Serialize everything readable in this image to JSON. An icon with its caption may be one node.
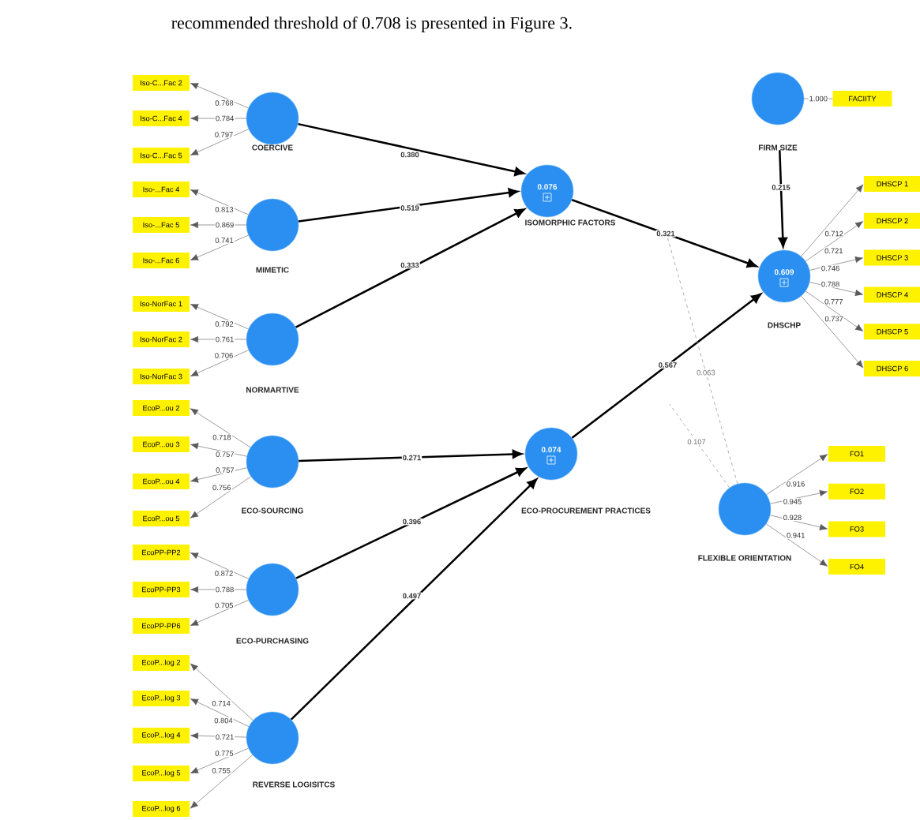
{
  "diagram": {
    "nodes": [
      {
        "text": [
          "Iso-C...Fac 2"
        ]
      },
      {
        "text": [
          "Iso-C...Fac 4"
        ]
      },
      {
        "text": [
          "Iso-C...Fac 5"
        ]
      },
      {
        "text": [
          "COERCIVE"
        ]
      },
      {
        "text": [
          "0.076",
          "ISOMORPHIC FACTORS"
        ]
      },
      {
        "text": [
          "FIRM SIZE"
        ]
      },
      {
        "text": [
          "FACIITY"
        ]
      },
      {
        "text": [
          "Iso-...Fac 4"
        ]
      },
      {
        "text": [
          "Iso-...Fac 5"
        ]
      },
      {
        "text": [
          "Iso-...Fac 6"
        ]
      },
      {
        "text": [
          "MIMETIC"
        ]
      },
      {
        "text": [
          "DHSCP 1"
        ]
      },
      {
        "text": [
          "DHSCP 2"
        ]
      },
      {
        "text": [
          "DHSCP 3"
        ]
      },
      {
        "text": [
          "DHSCP 4"
        ]
      },
      {
        "text": [
          "DHSCP 5"
        ]
      },
      {
        "text": [
          "DHSCP 6"
        ]
      },
      {
        "text": [
          "0.609",
          "DHSCHP"
        ]
      },
      {
        "text": [
          "Iso-NorFac 1"
        ]
      },
      {
        "text": [
          "Iso-NorFac 2"
        ]
      },
      {
        "text": [
          "Iso-NorFac 3"
        ]
      },
      {
        "text": [
          "NORMARTIVE"
        ]
      },
      {
        "text": [
          "EcoP...ou 2"
        ]
      },
      {
        "text": [
          "EcoP...ou 3"
        ]
      },
      {
        "text": [
          "EcoP...ou 4"
        ]
      },
      {
        "text": [
          "EcoP...ou 5"
        ]
      },
      {
        "text": [
          "ECO-SOURCING"
        ]
      },
      {
        "text": [
          "0.074",
          "ECO-PROCUREMENT PRACTICES"
        ]
      },
      {
        "text": [
          "FO1"
        ]
      },
      {
        "text": [
          "FO2"
        ]
      },
      {
        "text": [
          "FO3"
        ]
      },
      {
        "text": [
          "FO4"
        ]
      },
      {
        "text": [
          "FLEXIBLE ORIENTATION"
        ]
      },
      {
        "text": [
          "EcoPP-PP2"
        ]
      },
      {
        "text": [
          "EcoPP-PP3"
        ]
      },
      {
        "text": [
          "EcoPP-PP6"
        ]
      },
      {
        "text": [
          "ECO-PURCHASING"
        ]
      },
      {
        "text": [
          "EcoP...log 2"
        ]
      },
      {
        "text": [
          "EcoP...log 3"
        ]
      },
      {
        "text": [
          "EcoP...log 4"
        ]
      },
      {
        "text": [
          "EcoP...log 5"
        ]
      },
      {
        "text": [
          "EcoP...log 6"
        ]
      },
      {
        "text": [
          "REVERSE LOGISITCS"
        ]
      }
    ],
    "edges": [
      {
        "from": 3,
        "to": 0,
        "arrow": "to",
        "label": "0.768"
      },
      {
        "from": 3,
        "to": 1,
        "arrow": "to",
        "label": "0.784"
      },
      {
        "from": 3,
        "to": 2,
        "arrow": "to",
        "label": "0.797"
      },
      {
        "from": 10,
        "to": 7,
        "arrow": "to",
        "label": "0.813"
      },
      {
        "from": 10,
        "to": 8,
        "arrow": "to",
        "label": "0.869"
      },
      {
        "from": 10,
        "to": 9,
        "arrow": "to",
        "label": "0.741"
      },
      {
        "from": 21,
        "to": 18,
        "arrow": "to",
        "label": "0.792"
      },
      {
        "from": 21,
        "to": 19,
        "arrow": "to",
        "label": "0.761"
      },
      {
        "from": 21,
        "to": 20,
        "arrow": "to",
        "label": "0.706"
      },
      {
        "from": 26,
        "to": 22,
        "arrow": "to",
        "label": "0.718"
      },
      {
        "from": 26,
        "to": 23,
        "arrow": "to",
        "label": "0.757"
      },
      {
        "from": 26,
        "to": 24,
        "arrow": "to",
        "label": "0.757"
      },
      {
        "from": 26,
        "to": 25,
        "arrow": "to",
        "label": "0.756"
      },
      {
        "from": 36,
        "to": 33,
        "arrow": "to",
        "label": "0.872"
      },
      {
        "from": 36,
        "to": 34,
        "arrow": "to",
        "label": "0.788"
      },
      {
        "from": 36,
        "to": 35,
        "arrow": "to",
        "label": "0.705"
      },
      {
        "from": 42,
        "to": 37,
        "arrow": "to",
        "label": "0.714"
      },
      {
        "from": 42,
        "to": 38,
        "arrow": "to",
        "label": "0.804"
      },
      {
        "from": 42,
        "to": 39,
        "arrow": "to",
        "label": "0.721"
      },
      {
        "from": 42,
        "to": 40,
        "arrow": "to",
        "label": "0.775"
      },
      {
        "from": 42,
        "to": 41,
        "arrow": "to",
        "label": "0.755"
      },
      {
        "from": 17,
        "to": 11,
        "arrow": "to",
        "label": "0.712"
      },
      {
        "from": 17,
        "to": 12,
        "arrow": "to",
        "label": "0.721"
      },
      {
        "from": 17,
        "to": 13,
        "arrow": "to",
        "label": "0.746"
      },
      {
        "from": 17,
        "to": 14,
        "arrow": "to",
        "label": "0.788"
      },
      {
        "from": 17,
        "to": 15,
        "arrow": "to",
        "label": "0.777"
      },
      {
        "from": 17,
        "to": 16,
        "arrow": "to",
        "label": "0.737"
      },
      {
        "from": 32,
        "to": 28,
        "arrow": "to",
        "label": "0.916"
      },
      {
        "from": 32,
        "to": 29,
        "arrow": "to",
        "label": "0.945"
      },
      {
        "from": 32,
        "to": 30,
        "arrow": "to",
        "label": "0.928"
      },
      {
        "from": 32,
        "to": 31,
        "arrow": "to",
        "label": "0.941"
      },
      {
        "from": 5,
        "to": 6,
        "arrow": "none",
        "label": "1.000"
      },
      {
        "from": 3,
        "to": 4,
        "arrow": "to",
        "label": "0.380",
        "style": "thick"
      },
      {
        "from": 10,
        "to": 4,
        "arrow": "to",
        "label": "0.519",
        "style": "thick"
      },
      {
        "from": 21,
        "to": 4,
        "arrow": "to",
        "label": "0.333",
        "style": "thick"
      },
      {
        "from": 4,
        "to": 17,
        "arrow": "to",
        "label": "0.321",
        "style": "thick"
      },
      {
        "from": 5,
        "to": 17,
        "arrow": "to",
        "label": "0.215",
        "style": "thick"
      },
      {
        "from": 26,
        "to": 27,
        "arrow": "to",
        "label": "0.271",
        "style": "thick"
      },
      {
        "from": 36,
        "to": 27,
        "arrow": "to",
        "label": "0.396",
        "style": "thick"
      },
      {
        "from": 42,
        "to": 27,
        "arrow": "to",
        "label": "0.497",
        "style": "thick"
      },
      {
        "from": 27,
        "to": 17,
        "arrow": "to",
        "label": "0.567",
        "style": "thick"
      },
      {
        "from": 32,
        "to": null,
        "arrow": "none",
        "label": "0.063",
        "style": "dashed",
        "color": "#999999"
      },
      {
        "from": 32,
        "to": null,
        "arrow": "none",
        "label": "0.107",
        "style": "dashed",
        "color": "#999999"
      }
    ],
    "labels": [
      "recommended threshold of 0.708 is presented in Figure 3."
    ]
  }
}
